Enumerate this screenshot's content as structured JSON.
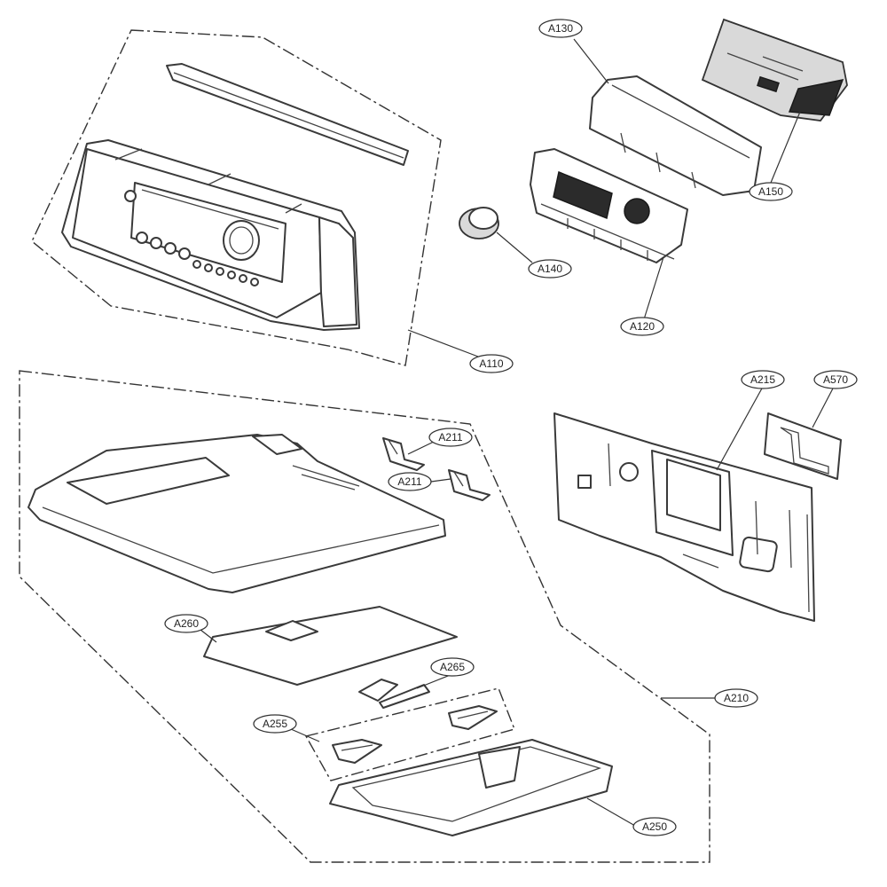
{
  "callouts": {
    "a130": "A130",
    "a150": "A150",
    "a140": "A140",
    "a120": "A120",
    "a110": "A110",
    "a211_upper": "A211",
    "a211_lower": "A211",
    "a215": "A215",
    "a570": "A570",
    "a260": "A260",
    "a265": "A265",
    "a210": "A210",
    "a255": "A255",
    "a250": "A250"
  }
}
